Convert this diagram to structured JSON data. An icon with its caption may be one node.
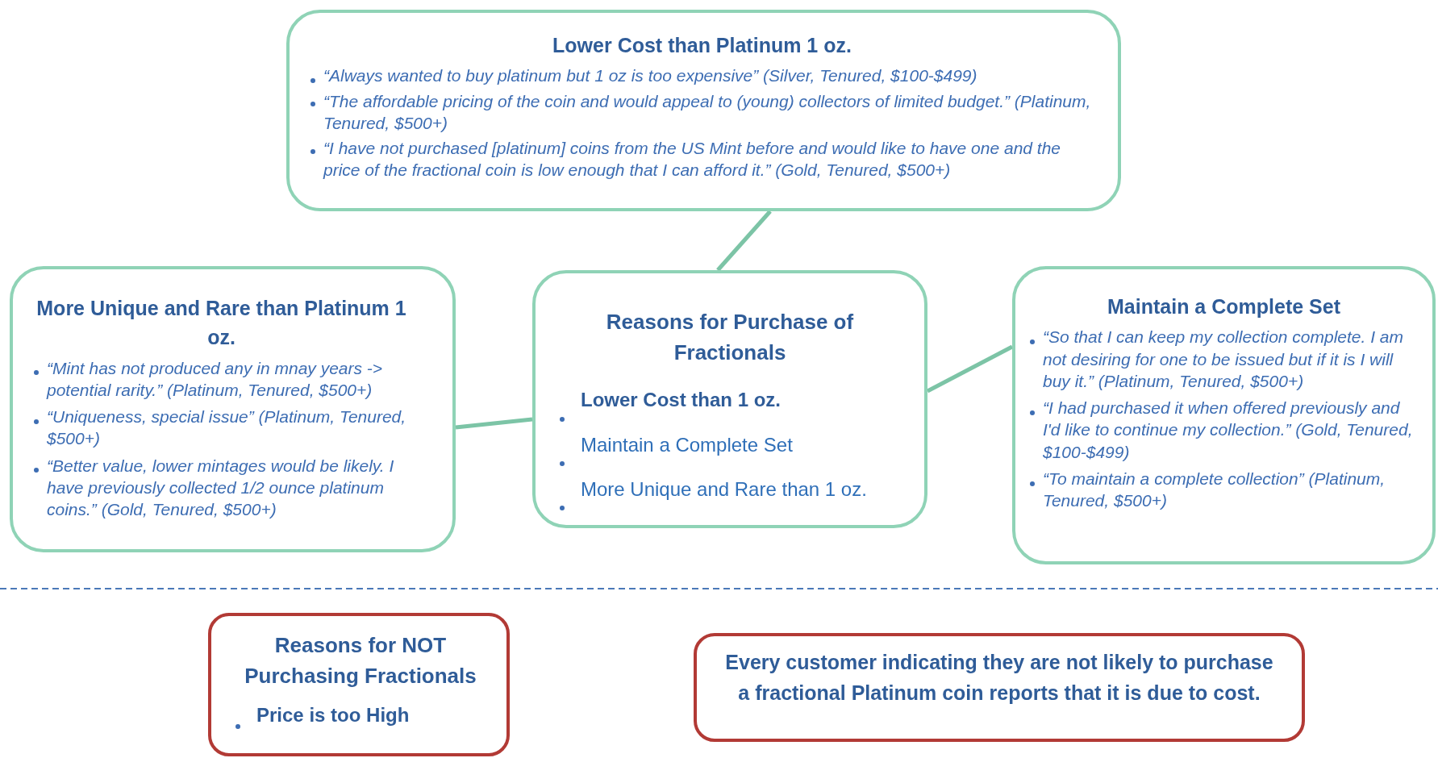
{
  "diagram": {
    "nodes": [
      {
        "text": [
          "Lower Cost than Platinum 1 oz.",
          "“Always wanted to buy platinum but 1 oz is too expensive” (Silver, Tenured, $100-$499)",
          "“The affordable pricing of the coin and would appeal to (young) collectors of limited budget.” (Platinum, Tenured, $500+)",
          "“I have not purchased [platinum] coins from the US Mint before and would like to have one and the price of the fractional coin is low enough that I can afford it.” (Gold, Tenured, $500+)"
        ]
      },
      {
        "text": [
          "More Unique and Rare than Platinum 1 oz.",
          "“Mint has not produced any in mnay years -> potential rarity.” (Platinum, Tenured, $500+)",
          "“Uniqueness, special issue” (Platinum, Tenured, $500+)",
          "“Better value, lower mintages  would be likely. I have previously collected 1/2 ounce platinum coins.” (Gold, Tenured, $500+)"
        ]
      },
      {
        "text": [
          "Reasons for Purchase of Fractionals",
          "Lower Cost than 1 oz.",
          "Maintain a Complete Set",
          "More Unique and Rare than 1 oz."
        ]
      },
      {
        "text": [
          "Maintain a Complete Set",
          "“So that I can keep my collection complete.  I am not desiring for one to be issued but if it is I will buy it.” (Platinum, Tenured, $500+)",
          "“I had purchased it when offered previously and I'd like to continue my collection.” (Gold, Tenured, $100-$499)",
          "“To maintain a complete collection” (Platinum, Tenured, $500+)"
        ]
      },
      {
        "text": [
          "Reasons for NOT Purchasing Fractionals",
          "Price is too High"
        ]
      },
      {
        "text": [
          "Every customer indicating they are not likely to purchase a fractional Platinum coin reports that it is due to cost."
        ]
      }
    ],
    "edges": [
      {
        "from": 2,
        "to": 0,
        "arrow": "none"
      },
      {
        "from": 2,
        "to": 1,
        "arrow": "none"
      },
      {
        "from": 2,
        "to": 3,
        "arrow": "none"
      }
    ]
  }
}
